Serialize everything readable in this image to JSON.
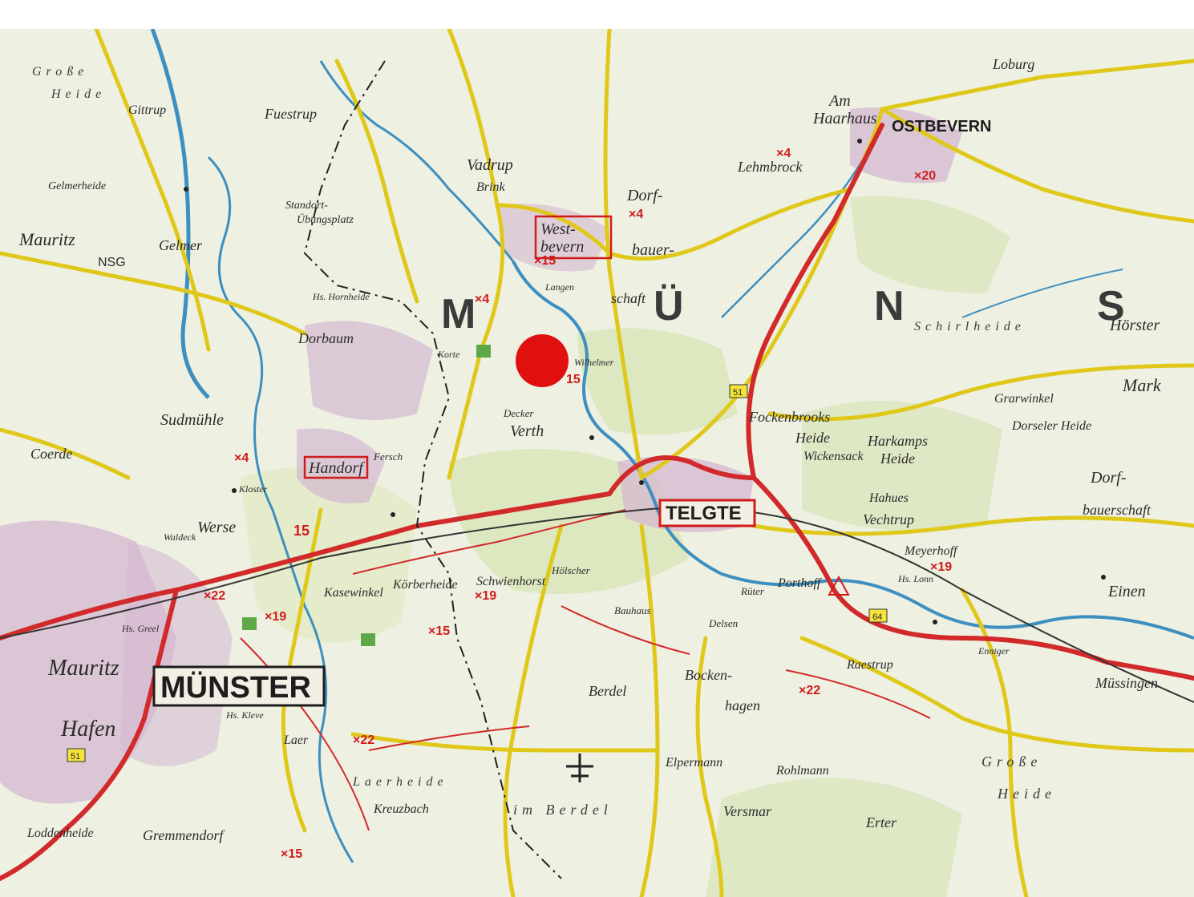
{
  "map": {
    "region_letters": [
      "M",
      "Ü",
      "N",
      "S"
    ],
    "cities": {
      "muenster": "MÜNSTER",
      "telgte": "TELGTE",
      "ostbevern": "OSTBEVERN",
      "handorf": "Handorf",
      "westbevern_1": "West-",
      "westbevern_2": "bevern"
    },
    "places": {
      "mauritz_top": "Mauritz",
      "mauritz_bottom": "Mauritz",
      "hafen": "Hafen",
      "coerde": "Coerde",
      "sudmuehle": "Sudmühle",
      "gelmer": "Gelmer",
      "werse": "Werse",
      "laer": "Laer",
      "gremmendorf": "Gremmendorf",
      "loddenheide": "Loddenheide",
      "kreuzbach": "Kreuzbach",
      "verth": "Verth",
      "dorbaum": "Dorbaum",
      "vadrup": "Vadrup",
      "brink": "Brink",
      "dorf_1": "Dorf-",
      "bauer": "bauer-",
      "schaft": "schaft",
      "lehmbrock": "Lehmbrock",
      "haarhaus": "Haarhaus",
      "am": "Am",
      "loburg": "Loburg",
      "fockenbrooks": "Fockenbrooks",
      "heide": "Heide",
      "wickensack": "Wickensack",
      "harkamps": "Harkamps",
      "harkamps_heide": "Heide",
      "hahues": "Hahues",
      "vechtrup": "Vechtrup",
      "meyerhoff": "Meyerhoff",
      "einen": "Einen",
      "muessingen": "Müssingen",
      "mark": "Mark",
      "hoerster": "Hörster",
      "graswinkel": "Grarwinkel",
      "dorseler_heide": "Dorseler Heide",
      "dorf_2": "Dorf-",
      "bauerschaft": "bauerschaft",
      "bocken": "Bocken-",
      "hagen": "hagen",
      "berdel": "Berdel",
      "elpermann": "Elpermann",
      "versmar": "Versmar",
      "erter": "Erter",
      "rohlmann": "Rohlmann",
      "schwienhorst": "Schwienhorst",
      "koerberheide": "Körberheide",
      "kasewinkel": "Kasewinkel",
      "fuestrup": "Fuestrup",
      "gittrup": "Gittrup",
      "gelmerheide": "Gelmerheide",
      "nsg": "NSG",
      "standort": "Standort-",
      "uebungsplatz": "Übungsplatz",
      "grosse": "Große",
      "heide_nw": "Heide",
      "laerheide": "Laerheide",
      "im_berdel": "im Berdel",
      "schirlheide": "Schirlheide",
      "grosse_heide_1": "Große",
      "grosse_heide_2": "Heide",
      "raestrup": "Raestrup",
      "porthoff": "Porthoff",
      "wilhelmer": "Wilhelmer",
      "langen": "Langen",
      "korte": "Korte",
      "decker": "Decker",
      "delsen": "Delsen",
      "bauhaus": "Bauhaus",
      "hoelscher": "Hölscher",
      "ruenter": "Rüter",
      "fersch": "Fersch",
      "waldeck": "Waldeck",
      "kloster": "Kloster",
      "hornheide": "Hs. Hornheide",
      "kleve": "Hs. Kleve",
      "greel": "Hs. Greel",
      "lonn": "Hs. Lonn",
      "enniger": "Enniger"
    },
    "route_numbers": [
      "51",
      "51",
      "64"
    ],
    "road_markers": [
      "×4",
      "×4",
      "×4",
      "×4",
      "×15",
      "×15",
      "×15",
      "×19",
      "×19",
      "×19",
      "×20",
      "×22",
      "×22",
      "×22",
      "15",
      "15",
      "15"
    ],
    "colors": {
      "motorway": "#d22a2a",
      "main_road": "#e0c81a",
      "water": "#3d8fc0",
      "forest": "#c9d9a2",
      "settlement": "#c9a7c9",
      "marker_dot": "#e01010"
    },
    "icons": [
      "red-location-dot",
      "airfield-icon",
      "golf-icon",
      "camping-icon",
      "church-icon"
    ]
  }
}
